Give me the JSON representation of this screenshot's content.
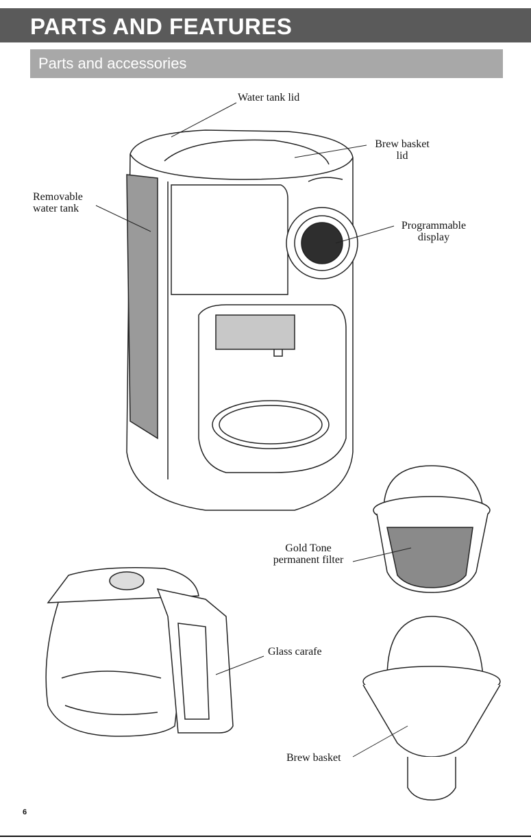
{
  "header": {
    "title": "PARTS AND FEATURES"
  },
  "section": {
    "title": "Parts and accessories"
  },
  "callouts": {
    "water_tank_lid": "Water tank lid",
    "brew_basket_lid_line1": "Brew basket",
    "brew_basket_lid_line2": "lid",
    "removable_tank_line1": "Removable",
    "removable_tank_line2": "water tank",
    "programmable_line1": "Programmable",
    "programmable_line2": "display",
    "gold_tone_line1": "Gold Tone",
    "gold_tone_line2": "permanent filter",
    "glass_carafe": "Glass carafe",
    "brew_basket": "Brew basket"
  },
  "page_number": "6"
}
